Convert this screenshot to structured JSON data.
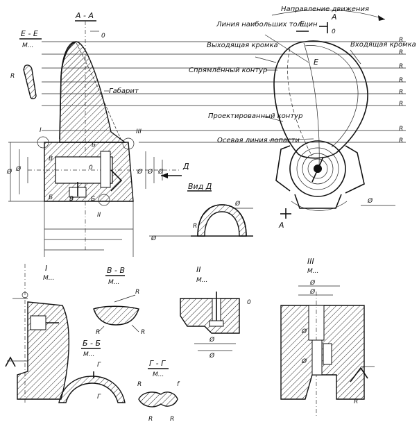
{
  "annotations": {
    "direction": "Направление движения",
    "max_thickness_line": "Линия наибольших толщин",
    "trailing_edge": "Выходящая кромка",
    "leading_edge": "Входящая кромка",
    "straightened_contour": "Спрямлённый контур",
    "projected_contour": "Проектированный контур",
    "axial_line": "Осевая линия лопасти",
    "gabarit": "Габарит",
    "view_d": "Вид Д"
  },
  "section_titles": {
    "aa": "А - А",
    "ee": "Е - Е",
    "ee_scale": "М...",
    "i": "I",
    "i_scale": "М...",
    "vv": "В - В",
    "vv_scale": "М...",
    "ii": "II",
    "ii_scale": "М...",
    "iii": "III",
    "iii_scale": "М...",
    "bb": "Б - Б",
    "bb_scale": "М...",
    "gg": "Г - Г",
    "gg_scale": "М..."
  },
  "marks": {
    "a": "А",
    "b": "Б",
    "v": "В",
    "g": "Г",
    "d": "Д",
    "e": "Е",
    "i": "I",
    "ii": "II",
    "iii": "III",
    "r": "R",
    "f": "f",
    "phi": "Ø",
    "zero": "0"
  }
}
